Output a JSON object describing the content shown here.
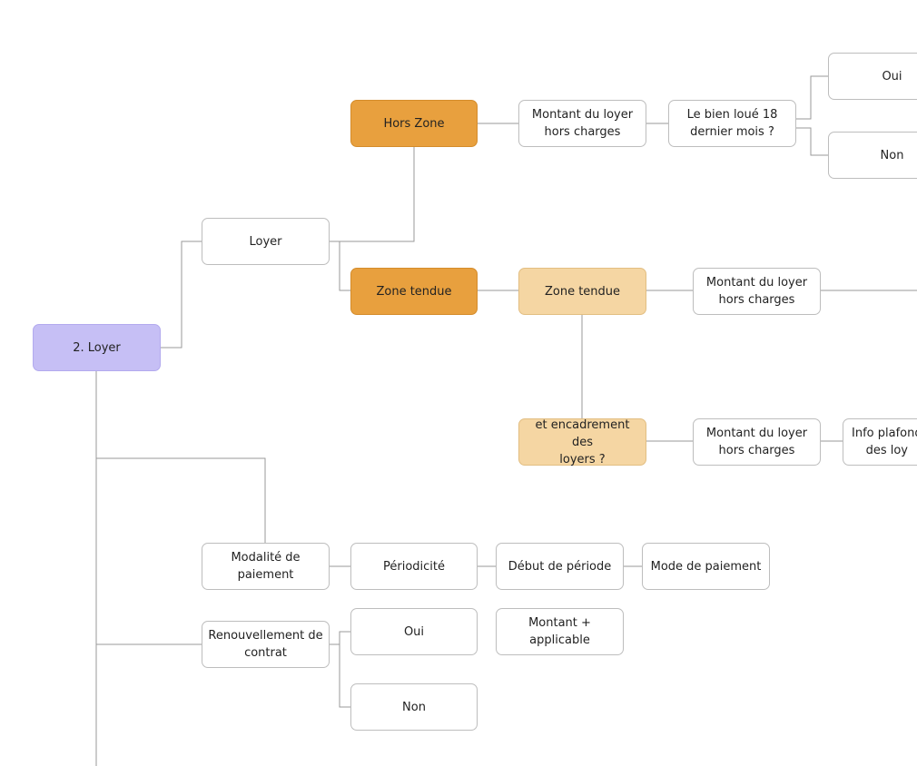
{
  "diagram": {
    "root": "2. Loyer",
    "loyer": "Loyer",
    "hors_zone": "Hors Zone",
    "hz_montant": "Montant du loyer\nhors charges",
    "hz_bien_loue": "Le bien loué 18\ndernier mois ?",
    "hz_oui": "Oui",
    "hz_non": "Non",
    "zone_tendue_dark": "Zone tendue",
    "zone_tendue_light": "Zone tendue",
    "zt_montant": "Montant du loyer\nhors charges",
    "encadrement": "et encadrement des\nloyers ?",
    "enc_montant": "Montant du loyer\nhors charges",
    "info_plafond": "Info plafond\ndes loy",
    "modalite": "Modalité de\npaiement",
    "periodicite": "Périodicité",
    "debut_periode": "Début de période",
    "mode_paiement": "Mode de paiement",
    "renouvellement": "Renouvellement de\ncontrat",
    "ren_oui": "Oui",
    "ren_montant": "Montant +\napplicable",
    "ren_non": "Non"
  },
  "colors": {
    "root": "#c6bff5",
    "dark_orange": "#e8a03e",
    "light_orange": "#f5d6a3",
    "connector": "#9a9a9a"
  }
}
